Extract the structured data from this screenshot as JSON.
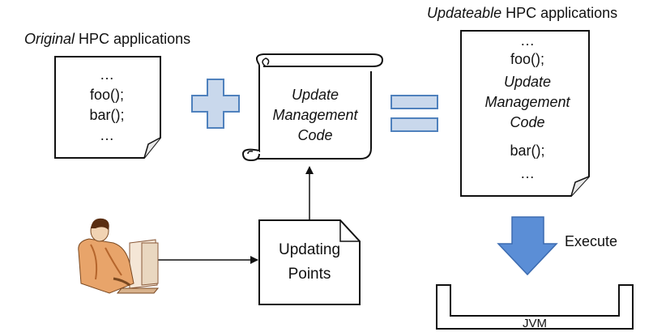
{
  "original_heading": {
    "emph": "Original",
    "rest": " HPC applications"
  },
  "updateable_heading": {
    "emph": "Updateable",
    "rest": " HPC applications"
  },
  "original_code": [
    "…",
    "foo();",
    "bar();",
    "…"
  ],
  "update_mgmt_code": [
    "Update",
    "Management",
    "Code"
  ],
  "updateable_code": {
    "before": [
      "…",
      "foo();"
    ],
    "inserted": [
      "Update",
      "Management",
      "Code"
    ],
    "after": [
      "bar();",
      "…"
    ]
  },
  "updating_points": [
    "Updating",
    "Points"
  ],
  "execute_label": "Execute",
  "jvm_label": "JVM",
  "colors": {
    "symbol_fill": "#c9d8ec",
    "symbol_stroke": "#4f81bd",
    "arrow_fill": "#5b8ed6",
    "arrow_stroke": "#3c6bb0"
  },
  "icons": [
    "plus-icon",
    "equals-icon",
    "down-arrow-icon",
    "person-at-computer-icon",
    "scroll-icon"
  ]
}
